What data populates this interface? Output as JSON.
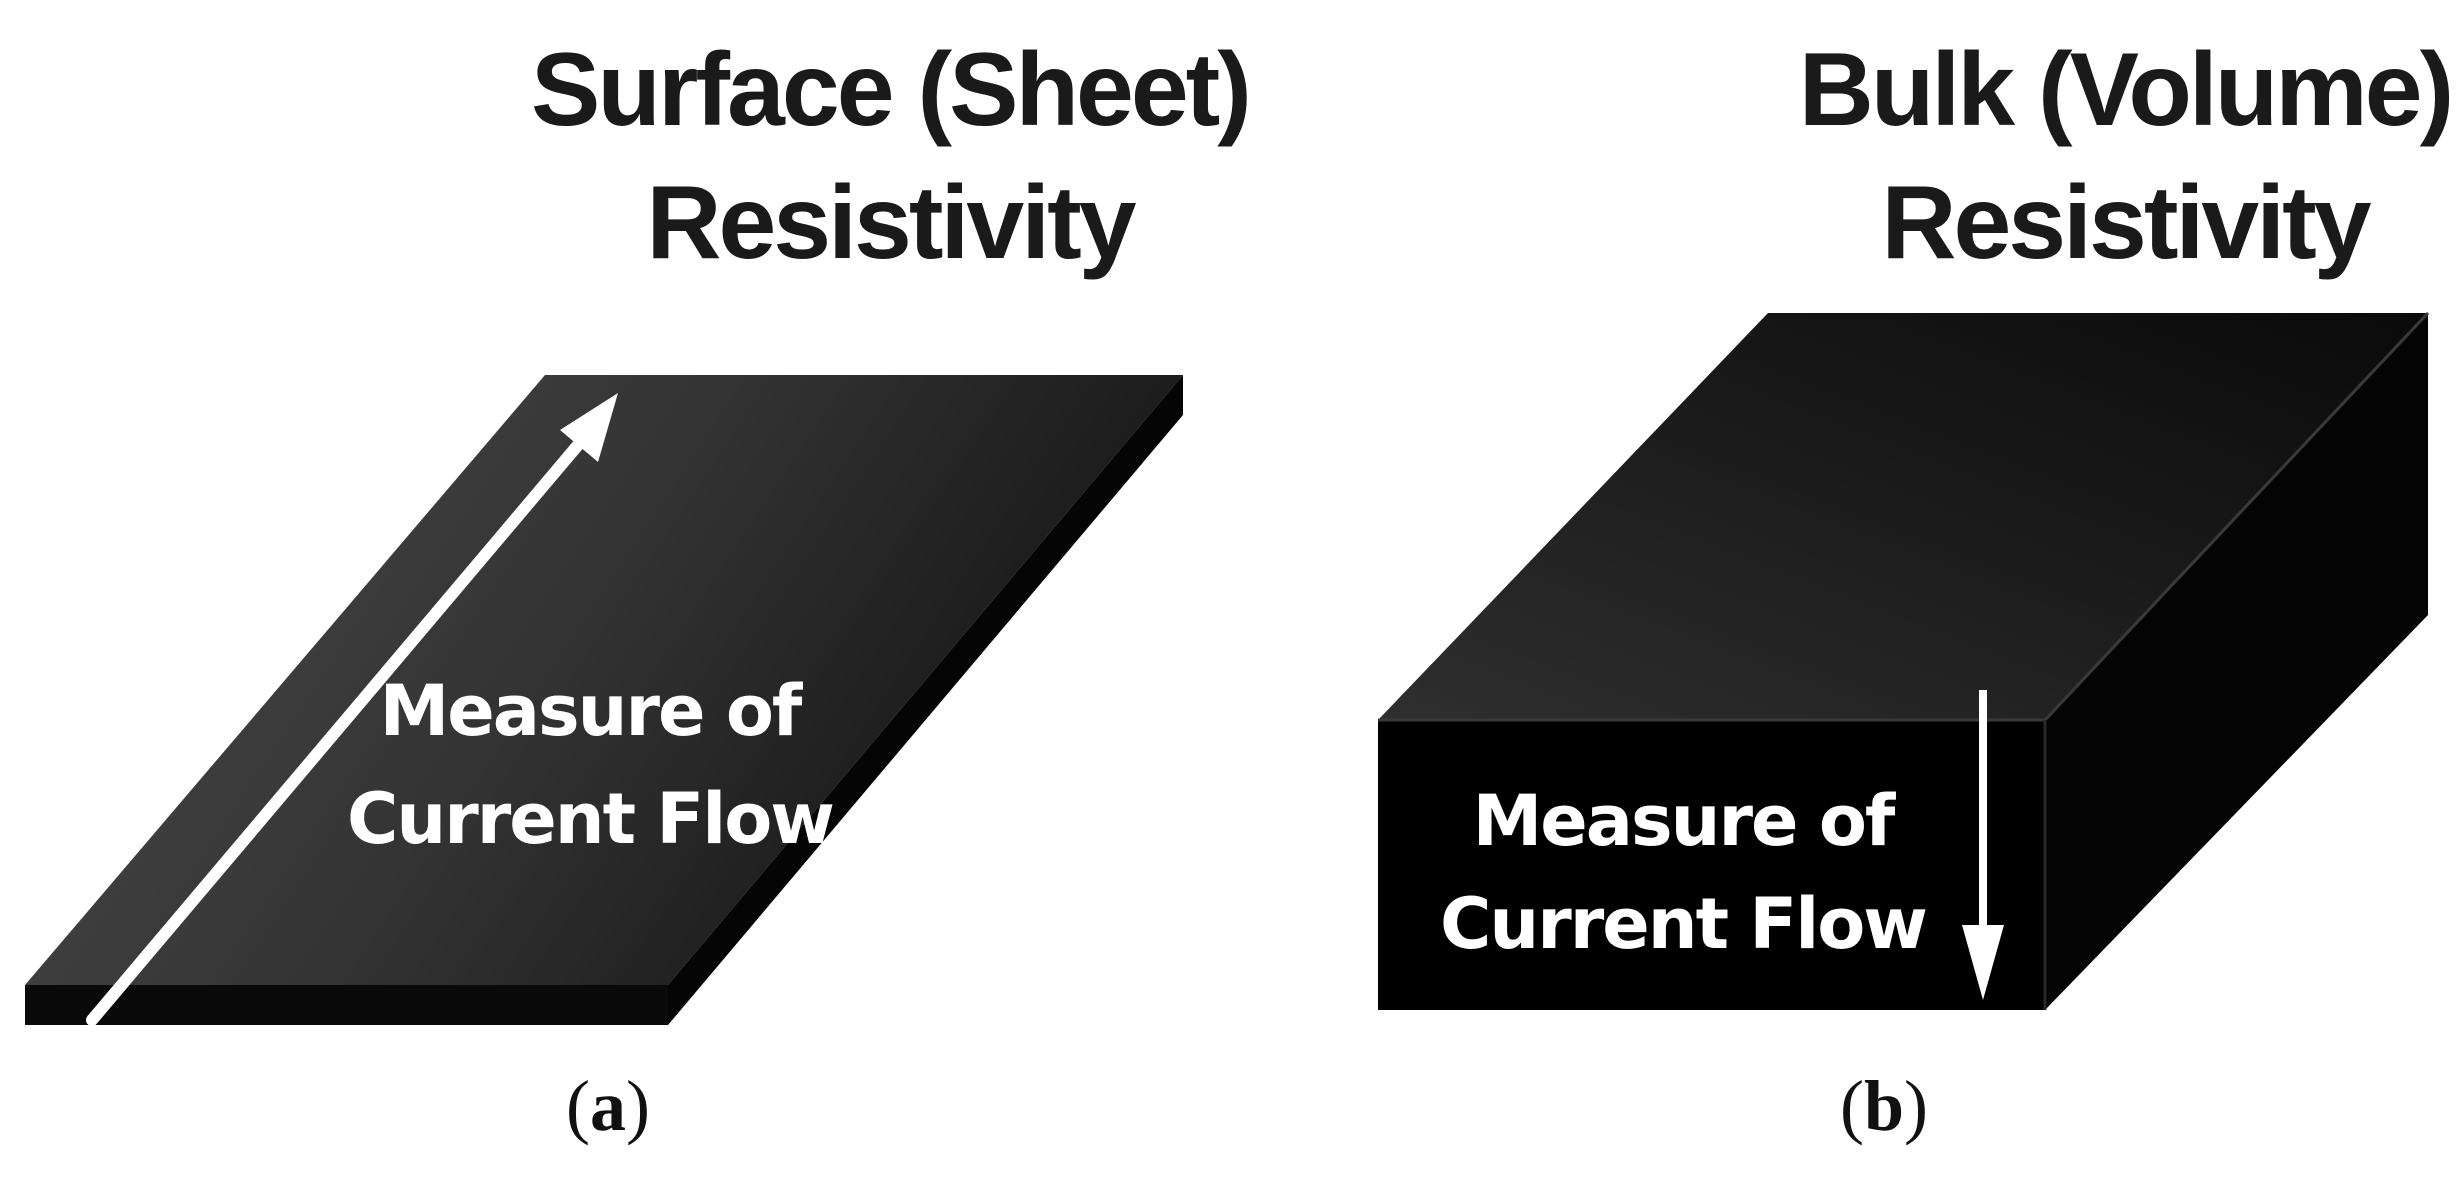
{
  "panel_a": {
    "title_line1": "Surface (Sheet)",
    "title_line2": "Resistivity",
    "flow_line1": "Measure of",
    "flow_line2": "Current Flow",
    "caption_open": "(",
    "caption_letter": "a",
    "caption_close": ")"
  },
  "panel_b": {
    "title_line1": "Bulk (Volume)",
    "title_line2": "Resistivity",
    "flow_line1": "Measure of",
    "flow_line2": "Current Flow",
    "caption_open": "(",
    "caption_letter": "b",
    "caption_close": ")"
  },
  "colors": {
    "sheet_light": "#4a4a4a",
    "sheet_dark": "#161616",
    "block_top_light": "#2e2e2e",
    "block_top_dark": "#0c0c0c",
    "block_front": "#000000",
    "block_side": "#050505",
    "arrow": "#ffffff"
  }
}
